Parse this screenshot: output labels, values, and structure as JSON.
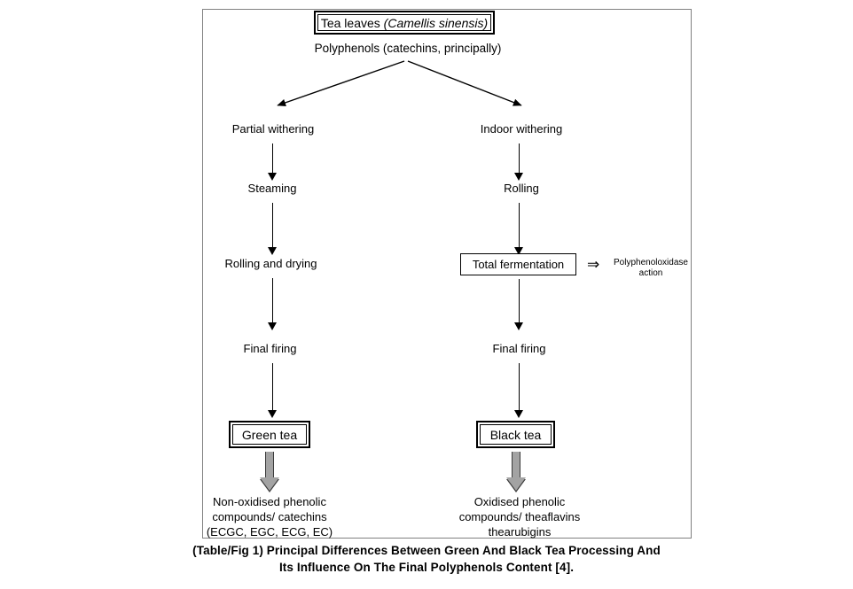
{
  "figure": {
    "title_box": {
      "text_plain": "Tea leaves",
      "text_italic": "(Camellis sinensis)"
    },
    "subtitle": "Polyphenols (catechins, principally)",
    "branches": {
      "left": {
        "steps": [
          "Partial withering",
          "Steaming",
          "Rolling and drying",
          "Final firing"
        ],
        "product": "Green tea",
        "outcome_lines": [
          "Non-oxidised phenolic",
          "compounds/ catechins",
          "(ECGC, EGC, ECG, EC)"
        ]
      },
      "right": {
        "steps": [
          "Indoor withering",
          "Rolling",
          "Total fermentation",
          "Final firing"
        ],
        "product": "Black tea",
        "outcome_lines": [
          "Oxidised phenolic",
          "compounds/ theaflavins",
          "thearubigins"
        ]
      }
    },
    "annotation": {
      "arrow_glyph": "⇒",
      "line1": "Polyphenoloxidase",
      "line2": "action"
    },
    "caption": {
      "line1": "(Table/Fig 1) Principal Differences Between Green And Black Tea Processing And",
      "line2": "Its Influence On The Final Polyphenols Content [4]."
    },
    "colors": {
      "frame": "#808080",
      "stroke": "#000000",
      "block_arrow_fill": "#a3a3a3",
      "block_arrow_outline": "#3b3b3b",
      "background": "#ffffff"
    }
  }
}
